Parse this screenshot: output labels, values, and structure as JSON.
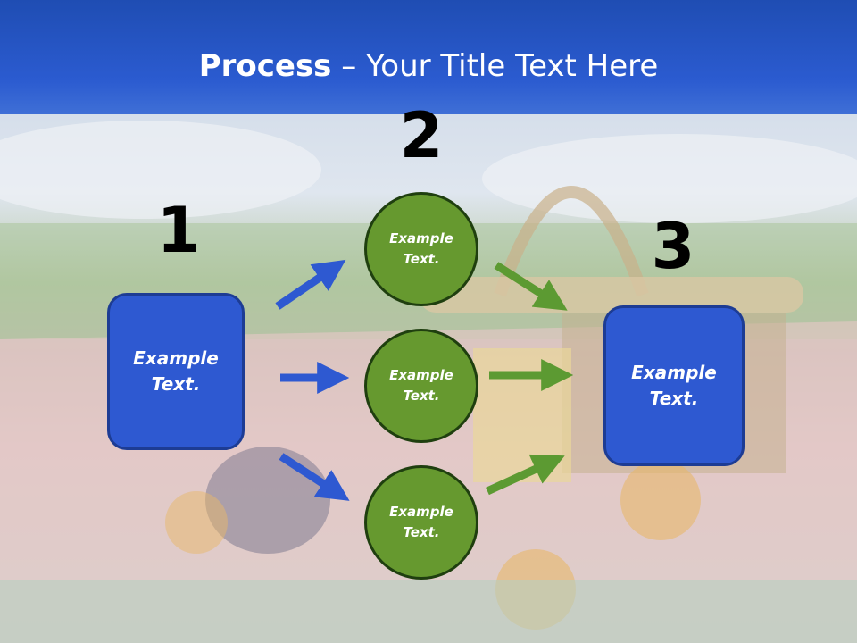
{
  "title": {
    "bold": "Process",
    "rest": " – Your Title Text Here"
  },
  "steps": [
    {
      "number": "1",
      "box": {
        "line1": "Example",
        "line2": "Text."
      }
    },
    {
      "number": "2",
      "circles": [
        {
          "line1": "Example",
          "line2": "Text."
        },
        {
          "line1": "Example",
          "line2": "Text."
        },
        {
          "line1": "Example",
          "line2": "Text."
        }
      ]
    },
    {
      "number": "3",
      "box": {
        "line1": "Example",
        "line2": "Text."
      }
    }
  ],
  "colors": {
    "title_bar": "#2b5bd0",
    "box": "#2e59d1",
    "circle": "#66992f",
    "blue_arrow": "#2e59d1",
    "green_arrow": "#5c9a32"
  }
}
